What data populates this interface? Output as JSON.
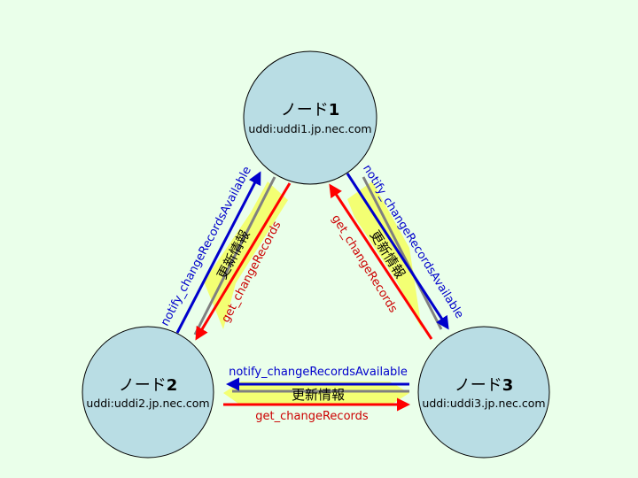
{
  "nodes": [
    {
      "id": "node1",
      "title": "ノード",
      "num": "1",
      "host": "uddi:uddi1.jp.nec.com"
    },
    {
      "id": "node2",
      "title": "ノード",
      "num": "2",
      "host": "uddi:uddi2.jp.nec.com"
    },
    {
      "id": "node3",
      "title": "ノード",
      "num": "3",
      "host": "uddi:uddi3.jp.nec.com"
    }
  ],
  "links": [
    {
      "id": "left",
      "notify": "notify_changeRecordsAvailable",
      "update": "更新情報",
      "get": "get_changeRecords"
    },
    {
      "id": "right",
      "notify": "notify_changeRecordsAvailable",
      "update": "更新情報",
      "get": "get_changeRecords"
    },
    {
      "id": "bottom",
      "notify": "notify_changeRecordsAvailable",
      "update": "更新情報",
      "get": "get_changeRecords"
    }
  ],
  "colors": {
    "background": "#eaffea",
    "node_fill": "#b9dde4",
    "notify_arrow": "#0000cc",
    "get_arrow": "#ff0000",
    "update_band": "#f4ff66",
    "update_line": "#808080"
  }
}
